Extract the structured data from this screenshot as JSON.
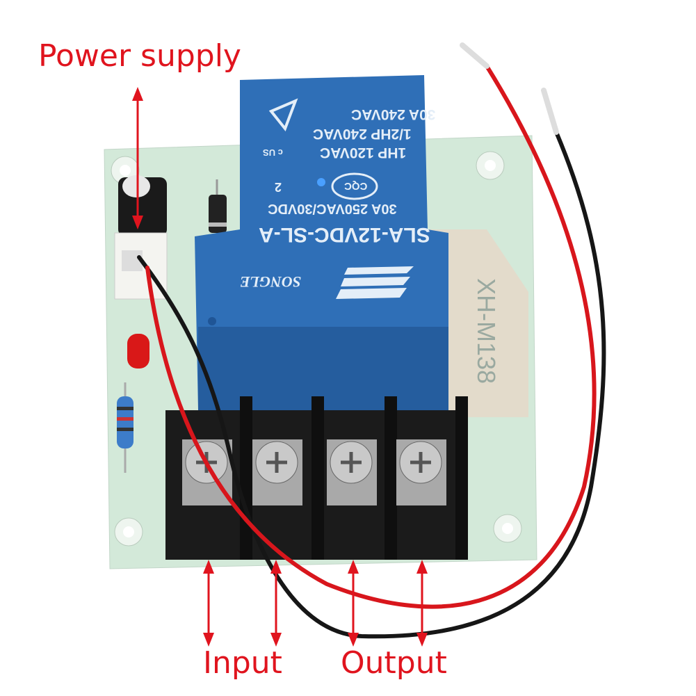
{
  "annotations": {
    "power_supply": "Power supply",
    "input": "Input",
    "output": "Output"
  },
  "relay": {
    "line1": "30A 240VAC",
    "line2": "1/2HP 240VAC",
    "line3": "1HP 120VAC",
    "cert_ul": "c US",
    "cert_cqc": "CQC",
    "pin_no": "2",
    "line4": "30A 250VAC/30VDC",
    "model": "SLA-12VDC-SL-A",
    "brand": "SONGLE"
  },
  "board": {
    "model": "XH-M138"
  },
  "colors": {
    "annotation": "#e0141e",
    "relay": "#2f6fb7",
    "pcb": "#cfe6d6"
  }
}
